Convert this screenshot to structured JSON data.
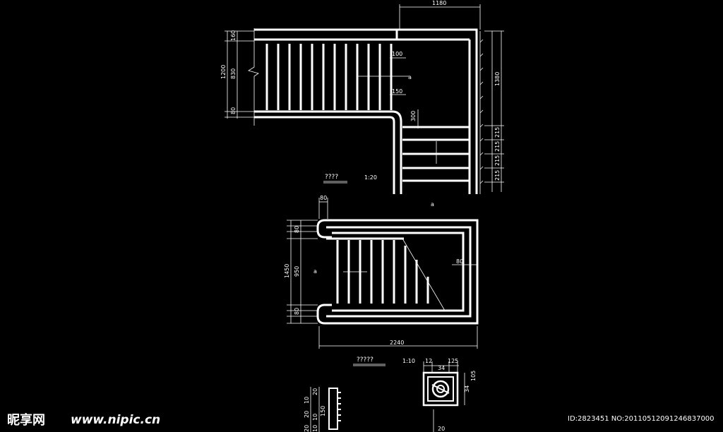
{
  "plan_top": {
    "title": "????",
    "scale": "1:20",
    "dims": {
      "width_top": "1180",
      "left_total": "1200",
      "left_inner": "830",
      "left_top": "160",
      "left_bottom": "80",
      "inner_100": "100",
      "inner_150": "150",
      "inner_300": "300",
      "right_total": "1380",
      "step_a": "215",
      "step_b": "215",
      "step_c": "215",
      "step_d": "215"
    }
  },
  "plan_mid": {
    "title": "?????",
    "scale": "1:10",
    "dims": {
      "top_80": "80",
      "height_total": "1450",
      "height_inner": "950",
      "left_stack_top": "80",
      "left_stack_bottom": "80",
      "width_total": "2240",
      "right_80": "80"
    }
  },
  "detail_post": {
    "dims": {
      "d12": "12",
      "d34": "34",
      "d125": "125",
      "d34b": "34",
      "d105": "105",
      "d20": "20"
    }
  },
  "detail_left": {
    "dims": [
      "20",
      "20",
      "10",
      "10",
      "10",
      "150",
      "20"
    ]
  },
  "watermark": {
    "logo": "昵享网",
    "url": "www.nipic.cn",
    "id": "ID:2823451 NO:20110512091246837000"
  }
}
